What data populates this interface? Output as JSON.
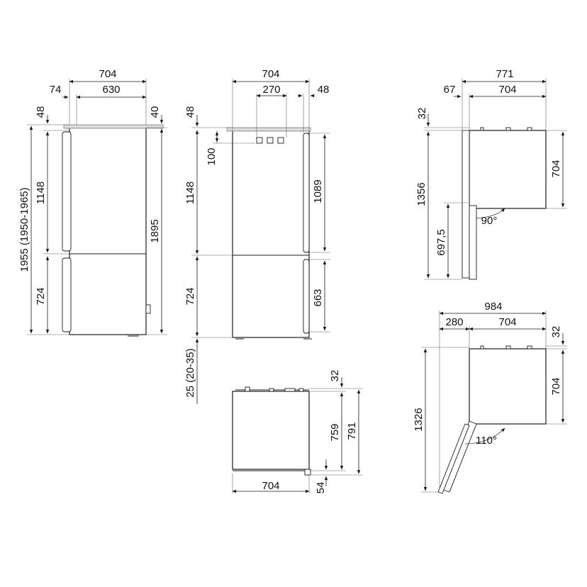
{
  "front_view": {
    "width_total": "704",
    "width_inner": "630",
    "width_left": "74",
    "top_left": "48",
    "top_right": "40",
    "height_total": "1955 (1950-1965)",
    "height_upper": "1148",
    "height_lower": "724",
    "height_right": "1895"
  },
  "side_view": {
    "width_total": "704",
    "width_controls": "270",
    "width_right": "48",
    "top_left": "48",
    "offset_top": "100",
    "height_upper": "1148",
    "height_lower": "724",
    "height_feet": "25 (20-35)",
    "door_upper": "1089",
    "door_lower": "663"
  },
  "bottom_view": {
    "width": "704",
    "top_offset": "32",
    "height_inner": "759",
    "height_outer": "791",
    "feet": "54"
  },
  "top_right_view": {
    "width_total": "771",
    "width_inner": "704",
    "width_door": "67",
    "top_offset": "32",
    "depth": "704",
    "height_total": "1356",
    "height_door": "697,5",
    "angle": "90°"
  },
  "bottom_right_view": {
    "width_total": "984",
    "width_door": "280",
    "width_inner": "704",
    "top_offset": "32",
    "depth": "704",
    "height_total": "1326",
    "angle": "110°"
  }
}
